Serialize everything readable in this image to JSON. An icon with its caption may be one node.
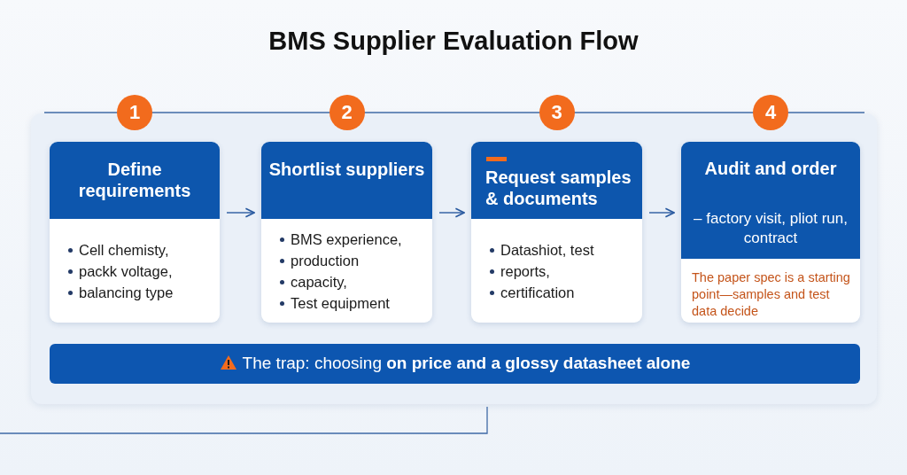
{
  "diagram": {
    "title": "BMS Supplier Evaluation Flow",
    "nodes": [
      {
        "text": [
          "Define requirements",
          "Cell chemisty,",
          "packk voltage,",
          "balancing type"
        ],
        "beside": [
          "1"
        ]
      },
      {
        "text": [
          "Shortlist suppliers",
          "BMS experience,",
          "production",
          "capacity,",
          "Test equipment"
        ],
        "beside": [
          "2"
        ]
      },
      {
        "text": [
          "Request samples & documents",
          "Datashiot, test",
          "reports,",
          "certification"
        ],
        "beside": [
          "3"
        ]
      },
      {
        "text": [
          "Audit and order",
          "– factory visit, pliot run, contract",
          "The paper spec is a starting point—samples and test data decide"
        ],
        "beside": [
          "4"
        ]
      },
      {
        "text": [
          "The trap: choosing **on price and a glossy datasheet alone**"
        ]
      }
    ],
    "edges": [
      {
        "from": 0,
        "to": 1,
        "arrow": "to"
      },
      {
        "from": 1,
        "to": 2,
        "arrow": "to"
      },
      {
        "from": 2,
        "to": 3,
        "arrow": "to"
      }
    ]
  }
}
